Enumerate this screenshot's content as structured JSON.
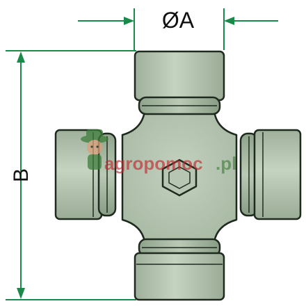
{
  "labels": {
    "diameter": "ØA",
    "length": "B"
  },
  "watermark": {
    "brand": "agropomoc",
    "domain_suffix": ".pl"
  },
  "colors": {
    "part_fill": "#b4c4b0",
    "part_outline": "#1f2a1f",
    "dimension_line": "#1a8a4a",
    "dimension_text": "#111111",
    "watermark_red": "#c0272d",
    "watermark_green": "#3e7d3b"
  }
}
